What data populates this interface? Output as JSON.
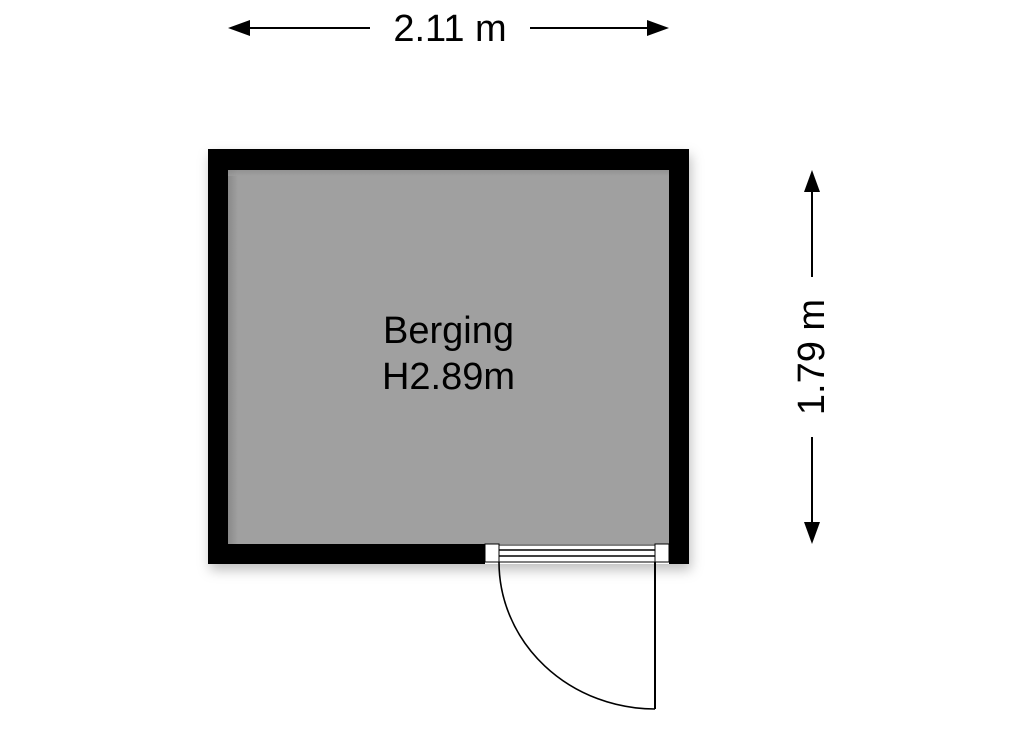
{
  "floorplan": {
    "room": {
      "name": "Berging",
      "height_label": "H2.89m",
      "fill_color": "#a0a0a0",
      "wall_color": "#000000"
    },
    "dimensions": {
      "width_label": "2.11 m",
      "depth_label": "1.79 m"
    },
    "door": {
      "wall": "bottom",
      "swing": "outward"
    },
    "icons": {
      "width_arrow": "double-arrow-horizontal",
      "depth_arrow": "double-arrow-vertical",
      "door": "door-swing-arc"
    }
  }
}
